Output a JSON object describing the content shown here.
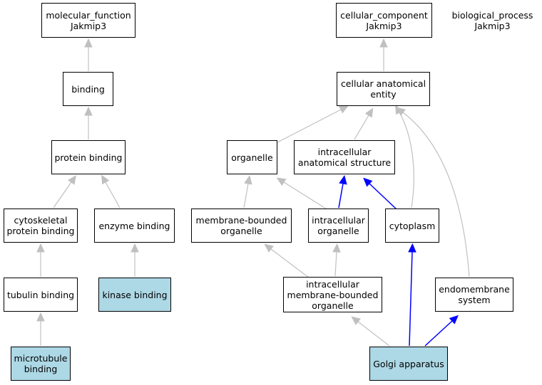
{
  "colors": {
    "grey_edge": "#c0c0c0",
    "blue_edge": "#0000ff",
    "highlight": "#add8e6"
  },
  "nodes": {
    "molecular_function": "molecular_function\nJakmip3",
    "binding": "binding",
    "protein_binding": "protein binding",
    "cytoskeletal_protein_binding": "cytoskeletal\nprotein binding",
    "enzyme_binding": "enzyme binding",
    "tubulin_binding": "tubulin binding",
    "kinase_binding": "kinase binding",
    "microtubule_binding": "microtubule\nbinding",
    "cellular_component": "cellular_component\nJakmip3",
    "biological_process": "biological_process\nJakmip3",
    "cellular_anatomical_entity": "cellular anatomical\nentity",
    "organelle": "organelle",
    "intracellular_anatomical_structure": "intracellular\nanatomical structure",
    "membrane_bounded_organelle": "membrane-bounded\norganelle",
    "intracellular_organelle": "intracellular\norganelle",
    "cytoplasm": "cytoplasm",
    "intracellular_membrane_bounded_organelle": "intracellular\nmembrane-bounded\norganelle",
    "endomembrane_system": "endomembrane\nsystem",
    "golgi_apparatus": "Golgi apparatus"
  },
  "edges": [
    {
      "from": "binding",
      "to": "molecular_function",
      "color": "grey"
    },
    {
      "from": "protein_binding",
      "to": "binding",
      "color": "grey"
    },
    {
      "from": "cytoskeletal_protein_binding",
      "to": "protein_binding",
      "color": "grey"
    },
    {
      "from": "enzyme_binding",
      "to": "protein_binding",
      "color": "grey"
    },
    {
      "from": "tubulin_binding",
      "to": "cytoskeletal_protein_binding",
      "color": "grey"
    },
    {
      "from": "kinase_binding",
      "to": "enzyme_binding",
      "color": "grey"
    },
    {
      "from": "microtubule_binding",
      "to": "tubulin_binding",
      "color": "grey"
    },
    {
      "from": "cellular_anatomical_entity",
      "to": "cellular_component",
      "color": "grey"
    },
    {
      "from": "organelle",
      "to": "cellular_anatomical_entity",
      "color": "grey"
    },
    {
      "from": "intracellular_anatomical_structure",
      "to": "cellular_anatomical_entity",
      "color": "grey"
    },
    {
      "from": "cytoplasm",
      "to": "cellular_anatomical_entity",
      "color": "grey"
    },
    {
      "from": "endomembrane_system",
      "to": "cellular_anatomical_entity",
      "color": "grey"
    },
    {
      "from": "membrane_bounded_organelle",
      "to": "organelle",
      "color": "grey"
    },
    {
      "from": "intracellular_organelle",
      "to": "organelle",
      "color": "grey"
    },
    {
      "from": "intracellular_organelle",
      "to": "intracellular_anatomical_structure",
      "color": "blue"
    },
    {
      "from": "cytoplasm",
      "to": "intracellular_anatomical_structure",
      "color": "blue"
    },
    {
      "from": "intracellular_membrane_bounded_organelle",
      "to": "membrane_bounded_organelle",
      "color": "grey"
    },
    {
      "from": "intracellular_membrane_bounded_organelle",
      "to": "intracellular_organelle",
      "color": "grey"
    },
    {
      "from": "golgi_apparatus",
      "to": "intracellular_membrane_bounded_organelle",
      "color": "grey"
    },
    {
      "from": "golgi_apparatus",
      "to": "cytoplasm",
      "color": "blue"
    },
    {
      "from": "golgi_apparatus",
      "to": "endomembrane_system",
      "color": "blue"
    }
  ]
}
